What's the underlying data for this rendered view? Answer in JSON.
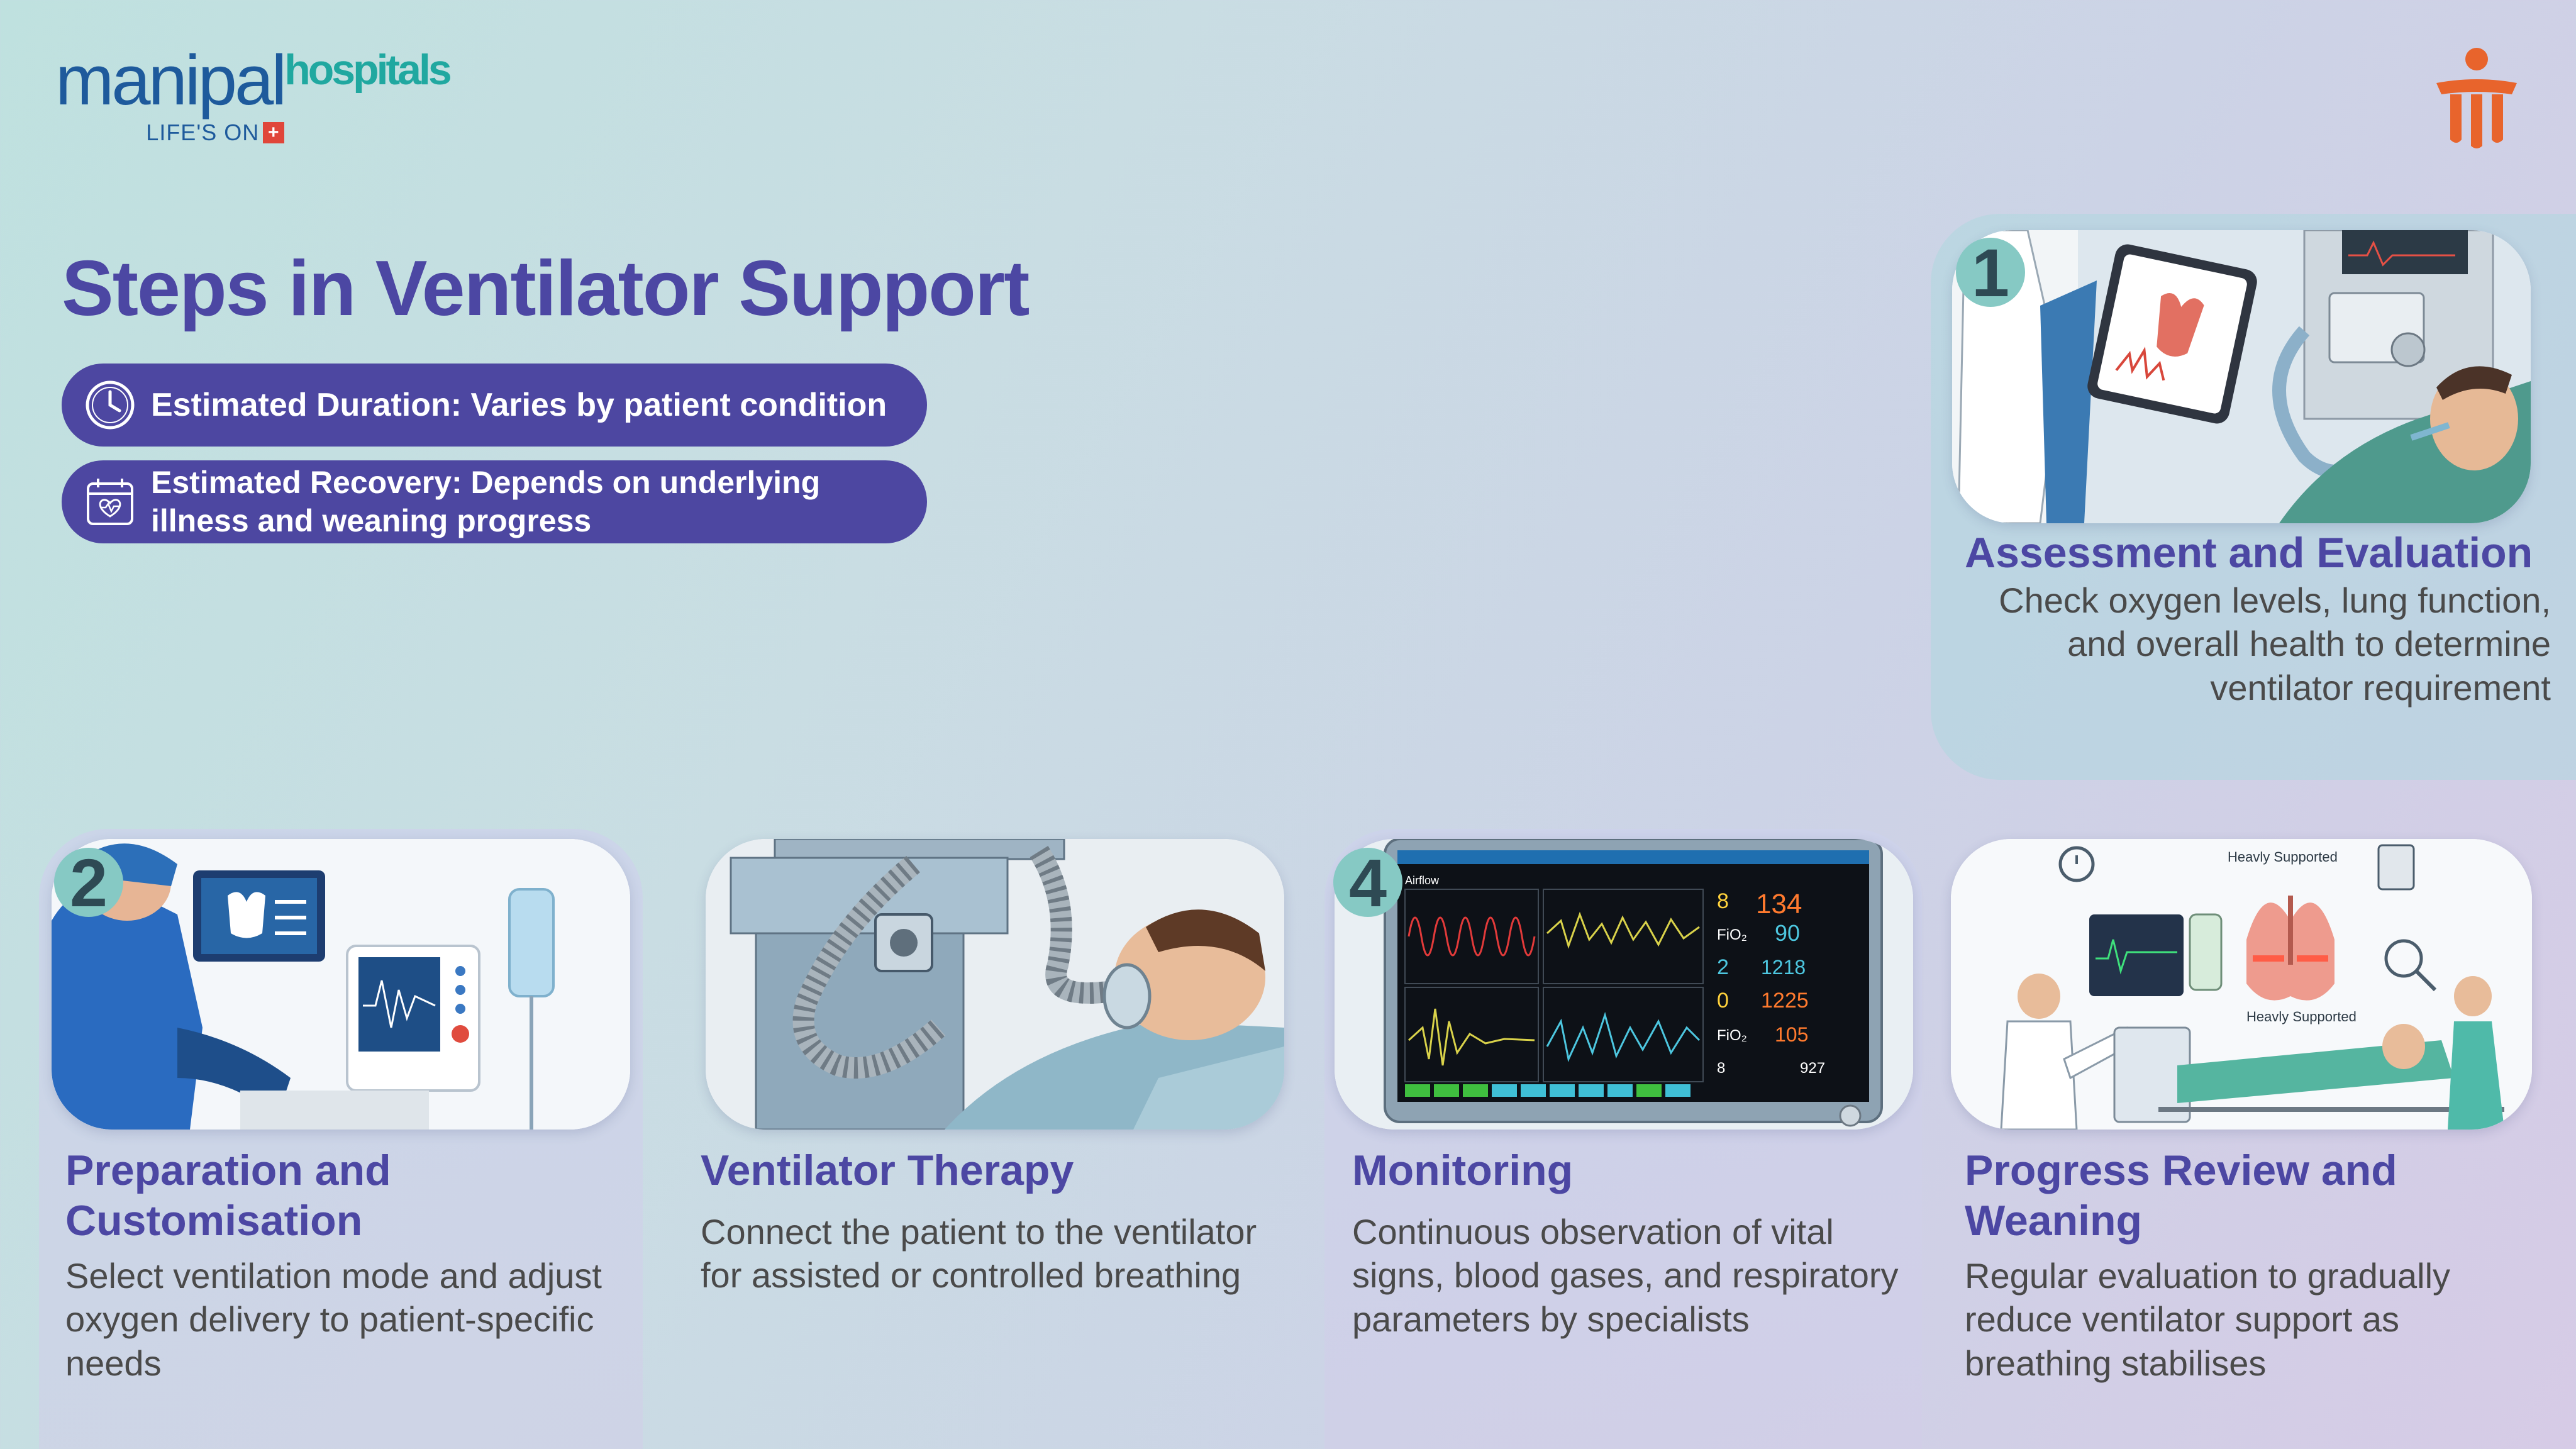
{
  "brand": {
    "logo_part1": "manipal",
    "logo_part2": "hospitals",
    "tagline": "LIFE'S ON",
    "tagline_plus": "+"
  },
  "title": "Steps in Ventilator Support",
  "duration": "Estimated Duration: Varies by patient condition",
  "recovery": "Estimated Recovery: Depends on underlying illness and weaning progress",
  "steps": [
    {
      "number": "1",
      "heading": "Assessment and Evaluation",
      "text": "Check oxygen levels, lung function, and overall health to determine ventilator requirement"
    },
    {
      "number": "2",
      "heading": "Preparation and Customisation",
      "text": "Select ventilation mode and adjust oxygen delivery to patient-specific needs"
    },
    {
      "number": "",
      "heading": "Ventilator Therapy",
      "text": "Connect the patient to the ventilator for assisted or controlled breathing"
    },
    {
      "number": "4",
      "heading": "Monitoring",
      "text": "Continuous observation of vital signs, blood gases, and respiratory parameters by specialists"
    },
    {
      "number": "",
      "heading": "Progress Review and Weaning",
      "text": "Regular evaluation to gradually reduce ventilator support as breathing stabilises"
    }
  ],
  "monitor": {
    "title": "Airflow",
    "r1": "8",
    "v1": "134",
    "l2": "FiO₂",
    "v2": "90",
    "r3": "2",
    "v3": "1218",
    "r4": "0",
    "v4": "1225",
    "l5": "FiO₂",
    "v5": "105",
    "r6": "8",
    "v6": "927"
  },
  "weaning": {
    "top_label": "Heavly Supported",
    "mid_label": "Heavly Supported"
  },
  "colors": {
    "accent": "#4c47a3",
    "teal": "#20a8a0",
    "brand_orange": "#e8642c"
  }
}
